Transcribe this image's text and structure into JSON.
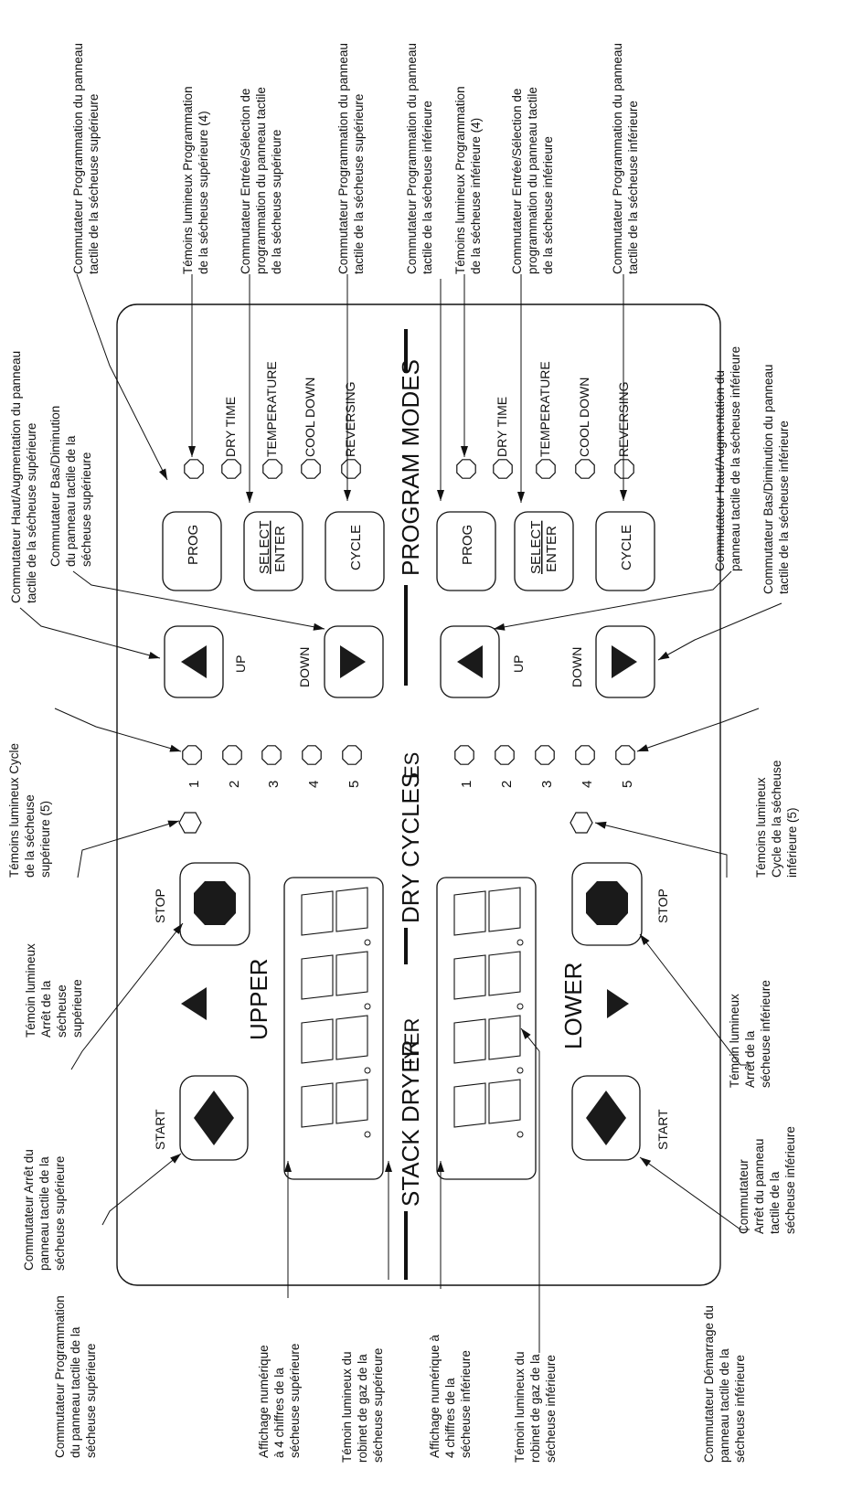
{
  "panel": {
    "program_modes": "PROGRAM MODES",
    "dry_cycles": "DRY CYCLES",
    "dry_cycles_suffix": "ES",
    "stack_dryer": "STACK DRYER",
    "stack_dryer_suffix": "!YER",
    "upper": "UPPER",
    "lower": "LOWER"
  },
  "buttons": {
    "prog": "PROG",
    "select": "SELECT",
    "enter": "ENTER",
    "cycle": "CYCLE",
    "up": "UP",
    "down": "DOWN",
    "start": "START",
    "stop": "STOP"
  },
  "modes": [
    "DRY TIME",
    "TEMPERATURE",
    "COOL DOWN",
    "REVERSING"
  ],
  "cycle_numbers": [
    "1",
    "2",
    "3",
    "4",
    "5"
  ],
  "annotations": {
    "upper_prog_switch": [
      "Commutateur Programmation du panneau",
      "tactile de la sécheuse supérieure"
    ],
    "upper_prog_leds": [
      "Témoins lumineux Programmation",
      "de la sécheuse supérieure (4)"
    ],
    "upper_select_switch": [
      "Commutateur Entrée/Sélection de",
      "programmation du panneau tactile",
      "de la sécheuse supérieure"
    ],
    "upper_cycle_switch": [
      "Commutateur Programmation du panneau",
      "tactile de la sécheuse supérieure"
    ],
    "lower_prog_switch": [
      "Commutateur Programmation du panneau",
      "tactile de la sécheuse inférieure"
    ],
    "lower_prog_leds": [
      "Témoins lumineux Programmation",
      "de la sécheuse inférieure (4)"
    ],
    "lower_select_switch": [
      "Commutateur Entrée/Sélection de",
      "programmation du panneau tactile",
      "de la sécheuse inférieure"
    ],
    "lower_cycle_switch": [
      "Commutateur Programmation du panneau",
      "tactile de la sécheuse inférieure"
    ],
    "upper_up_switch": [
      "Commutateur Haut/Augmentation du panneau",
      "tactile de la sécheuse supérieure"
    ],
    "upper_down_switch": [
      "Commutateur Bas/Diminution",
      "du panneau tactile de la",
      "sécheuse supérieure"
    ],
    "lower_up_switch": [
      "Commutateur Haut/Augmentation du",
      "panneau tactile de la sécheuse inférieure"
    ],
    "lower_down_switch": [
      "Commutateur Bas/Diminution du panneau",
      "tactile de la sécheuse inférieure"
    ],
    "upper_cycle_leds": [
      "Témoins lumineux Cycle",
      "de la sécheuse",
      "supérieure (5)"
    ],
    "lower_cycle_leds": [
      "Témoins lumineux",
      "Cycle de la sécheuse",
      "inférieure (5)"
    ],
    "upper_stop_led": [
      "Témoin lumineux",
      "Arrêt de la",
      "sécheuse",
      "supérieure"
    ],
    "lower_stop_led": [
      "Témoin lumineux",
      "Arrêt de la",
      "sécheuse inférieure"
    ],
    "upper_stop_switch": [
      "Commutateur Arrêt du",
      "panneau tactile de la",
      "sécheuse supérieure"
    ],
    "lower_stop_switch": [
      "Commutateur",
      "Arrêt du panneau",
      "tactile de la",
      "sécheuse inférieure"
    ],
    "upper_start_switch": [
      "Commutateur Programmation",
      "du panneau tactile de la",
      "sécheuse supérieure"
    ],
    "lower_start_switch": [
      "Commutateur Démarrage du",
      "panneau tactile de la",
      "sécheuse inférieure"
    ],
    "upper_display": [
      "Affichage numérique",
      "à 4 chiffres de la",
      "sécheuse supérieure"
    ],
    "upper_gas_led": [
      "Témoin lumineux du",
      "robinet de gaz de la",
      "sécheuse supérieure"
    ],
    "lower_display": [
      "Affichage numérique à",
      "4 chiffres de la",
      "sécheuse inférieure"
    ],
    "lower_gas_led": [
      "Témoin lumineux du",
      "robinet de gaz de la",
      "sécheuse inférieure"
    ]
  }
}
